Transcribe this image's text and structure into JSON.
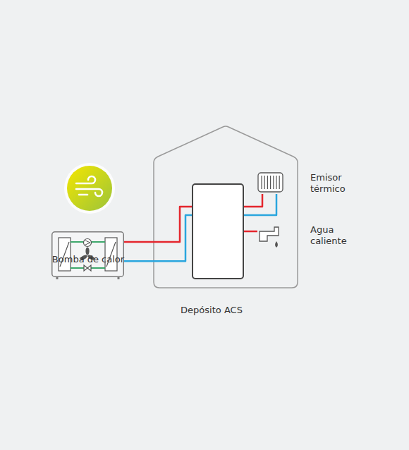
{
  "diagram": {
    "nodes": [
      {
        "text": [
          "Bomba de calor"
        ]
      },
      {
        "text": [
          "Depósito ACS"
        ]
      },
      {
        "text": [
          "Emisor térmico"
        ]
      },
      {
        "text": [
          "Agua caliente"
        ]
      }
    ],
    "edges": [
      {
        "from": 0,
        "to": 2,
        "arrow": "none"
      },
      {
        "from": 2,
        "to": 0,
        "arrow": "none"
      },
      {
        "from": 1,
        "to": 3,
        "arrow": "none"
      }
    ]
  }
}
